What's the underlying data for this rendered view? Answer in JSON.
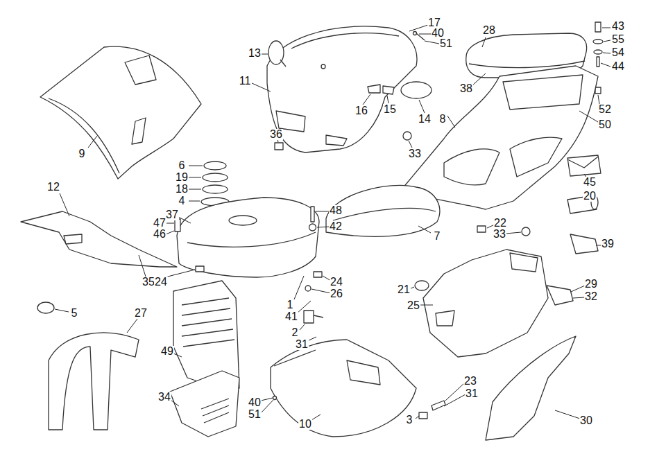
{
  "diagram": {
    "labels": [
      "17",
      "28",
      "43",
      "40",
      "55",
      "51",
      "54",
      "13",
      "44",
      "11",
      "38",
      "52",
      "16",
      "15",
      "14",
      "8",
      "50",
      "9",
      "33",
      "36",
      "6",
      "19",
      "18",
      "4",
      "45",
      "12",
      "20",
      "48",
      "37",
      "47",
      "22",
      "42",
      "46",
      "33",
      "7",
      "39",
      "35",
      "24",
      "24",
      "29",
      "21",
      "26",
      "32",
      "1",
      "25",
      "5",
      "27",
      "41",
      "2",
      "31",
      "49",
      "23",
      "31",
      "34",
      "40",
      "51",
      "3",
      "30",
      "10"
    ]
  }
}
